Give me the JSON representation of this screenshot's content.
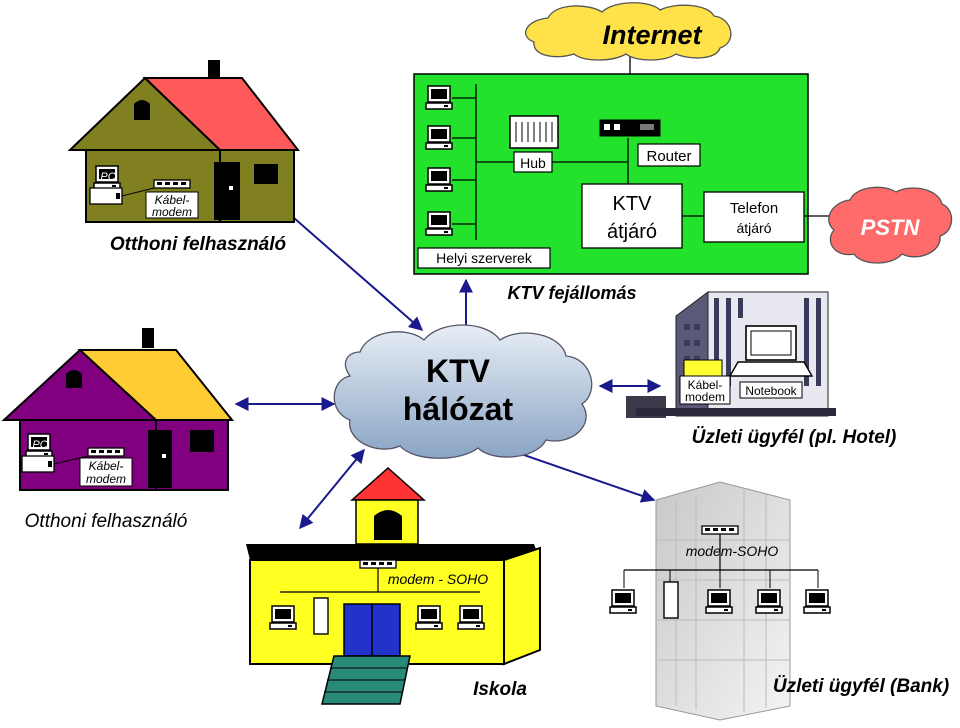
{
  "cloud_internet": {
    "label": "Internet",
    "color": "#ffe24a"
  },
  "cloud_pstn": {
    "label": "PSTN",
    "color": "#ff6a6a"
  },
  "cloud_ktv": {
    "line1": "KTV",
    "line2": "hálózat",
    "color": "#b7cbe0"
  },
  "headend": {
    "caption": "KTV fejállomás",
    "color": "#22e22b",
    "hub_label": "Hub",
    "router_label": "Router",
    "servers_label": "Helyi szerverek",
    "gateway_line1": "KTV",
    "gateway_line2": "átjáró",
    "phone_gateway_line1": "Telefon",
    "phone_gateway_line2": "átjáró"
  },
  "home1": {
    "caption": "Otthoni felhasználó",
    "pc_label": "PC",
    "modem_line1": "Kábel-",
    "modem_line2": "modem",
    "wall_color": "#808020",
    "roof_color": "#ff5a5a"
  },
  "home2": {
    "caption": "Otthoni felhasználó",
    "pc_label": "PC",
    "modem_line1": "Kábel-",
    "modem_line2": "modem",
    "wall_color": "#800080",
    "roof_color": "#ffcc33"
  },
  "hotel": {
    "caption": "Üzleti ügyfél (pl. Hotel)",
    "modem_line1": "Kábel-",
    "modem_line2": "modem",
    "notebook_label": "Notebook"
  },
  "school": {
    "caption": "Iskola",
    "modem_label": "modem - SOHO",
    "color": "#ffff22"
  },
  "bank": {
    "caption": "Üzleti ügyfél (Bank)",
    "modem_label": "modem-SOHO"
  }
}
